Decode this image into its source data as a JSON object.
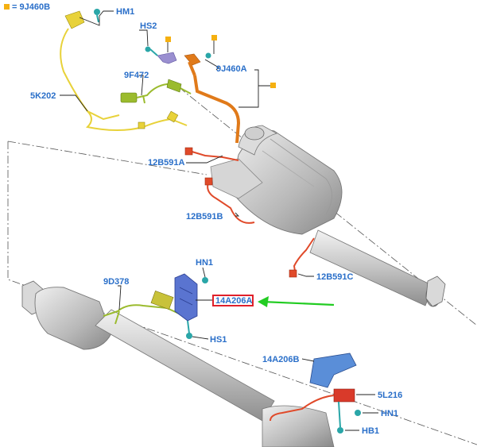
{
  "legend": {
    "marker_color": "#f5b010",
    "text": "= 9J460B"
  },
  "labels": {
    "hm1_top": "HM1",
    "hs2": "HS2",
    "f9472": "9F472",
    "k5202": "5K202",
    "j9460a": "9J460A",
    "b12591a": "12B591A",
    "b12591b": "12B591B",
    "b12591c": "12B591C",
    "hn1_mid": "HN1",
    "d9378": "9D378",
    "a14206a": "14A206A",
    "hs1": "HS1",
    "a14206b": "14A206B",
    "l5216": "5L216",
    "hn1_bottom": "HN1",
    "hb1": "HB1"
  },
  "colors": {
    "label_text": "#2a6fc9",
    "highlight_border": "#e0202a",
    "arrow": "#22cc22",
    "harness_yellow": "#e8d23a",
    "harness_green": "#9bbb2e",
    "pipe_orange": "#e07a1a",
    "sensor_red": "#e04a2a",
    "bracket_blue": "#5a8ed8",
    "sensor_teal": "#2aa6a8",
    "metal": "#c9c9c9"
  },
  "icons": {
    "legend_marker": "orange-square-icon",
    "callout_arrow": "green-arrow-icon"
  }
}
